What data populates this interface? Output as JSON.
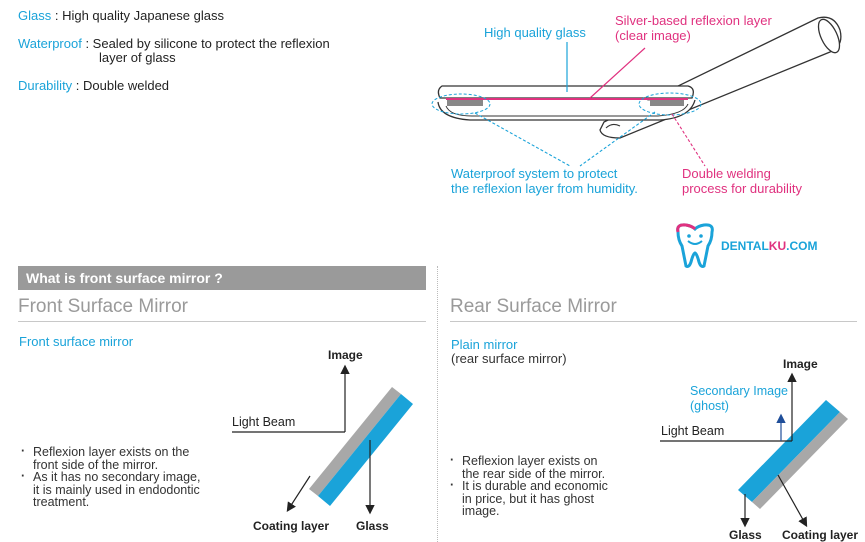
{
  "features": [
    {
      "key": "Glass",
      "sep": " : ",
      "lines": [
        "High quality Japanese glass"
      ]
    },
    {
      "key": "Waterproof",
      "sep": " : ",
      "lines": [
        "Sealed by silicone to protect the reflexion",
        "layer of glass"
      ]
    },
    {
      "key": "Durability",
      "sep": " : ",
      "lines": [
        "Double welded"
      ]
    }
  ],
  "top_diagram": {
    "glass_label": "High quality glass",
    "silver_label": [
      "Silver-based reflexion layer",
      "(clear image)"
    ],
    "waterproof_label": [
      "Waterproof system to protect",
      "the reflexion layer from humidity."
    ],
    "welding_label": [
      "Double welding",
      "process for durability"
    ]
  },
  "logo": {
    "brand_a": "DENTAL",
    "brand_b": "KU",
    "brand_c": ".COM"
  },
  "section": {
    "header": "What is front surface mirror ?"
  },
  "front": {
    "title": "Front Surface Mirror",
    "subtitle": "Front surface mirror",
    "bullets": [
      [
        "Reflexion layer exists on the",
        "front side of the mirror."
      ],
      [
        "As it has no secondary image,",
        "it is mainly used in endodontic",
        "treatment."
      ]
    ],
    "labels": {
      "image": "Image",
      "light": "Light Beam",
      "coating": "Coating layer",
      "glass": "Glass"
    }
  },
  "rear": {
    "title": "Rear Surface Mirror",
    "subtitle": "Plain mirror",
    "subtitle2": "(rear surface mirror)",
    "bullets": [
      [
        "Reflexion layer exists on",
        "the rear side of the mirror."
      ],
      [
        "It is durable and economic",
        "in price, but it has ghost",
        "image."
      ]
    ],
    "labels": {
      "image": "Image",
      "secondary": [
        "Secondary Image",
        "(ghost)"
      ],
      "light": "Light Beam",
      "glass": "Glass",
      "coating": "Coating layer"
    }
  },
  "colors": {
    "accent": "#1aa3d9",
    "pink": "#e0317f",
    "gray": "#9a9a9a"
  }
}
